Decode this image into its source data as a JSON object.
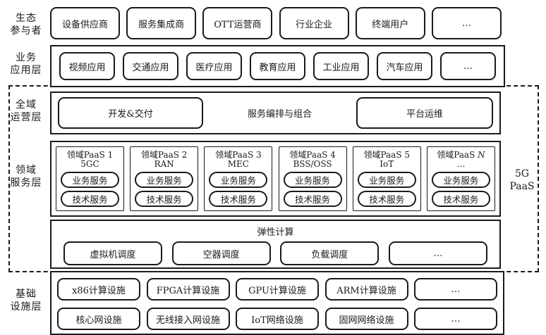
{
  "colors": {
    "line": "#1a1a1a",
    "background": "#ffffff"
  },
  "right_label": {
    "line1": "5G",
    "line2": "PaaS"
  },
  "ecosystem": {
    "label1": "生态",
    "label2": "参与者",
    "items": [
      "设备供应商",
      "服务集成商",
      "OTT运营商",
      "行业企业",
      "终端用户",
      "…"
    ]
  },
  "business_app": {
    "label1": "业务",
    "label2": "应用层",
    "items": [
      "视频应用",
      "交通应用",
      "医疗应用",
      "教育应用",
      "工业应用",
      "汽车应用",
      "…"
    ]
  },
  "global_ops": {
    "label1": "全域",
    "label2": "运营层",
    "left_box": "开发&交付",
    "center_text": "服务编排与组合",
    "right_box": "平台运维"
  },
  "domain_service": {
    "label1": "领域",
    "label2": "服务层",
    "business_service": "业务服务",
    "tech_service": "技术服务",
    "boxes": [
      {
        "title": "领域PaaS 1",
        "title_italic": "",
        "subtitle": "5GC"
      },
      {
        "title": "领域PaaS 2",
        "title_italic": "",
        "subtitle": "RAN"
      },
      {
        "title": "领域PaaS 3",
        "title_italic": "",
        "subtitle": "MEC"
      },
      {
        "title": "领域PaaS 4",
        "title_italic": "",
        "subtitle": "BSS/OSS"
      },
      {
        "title": "领域PaaS 5",
        "title_italic": "",
        "subtitle": "IoT"
      },
      {
        "title": "领域PaaS ",
        "title_italic": "N",
        "subtitle": "…"
      }
    ]
  },
  "elastic_compute": {
    "title": "弹性计算",
    "items": [
      "虚拟机调度",
      "空器调度",
      "负载调度",
      "…"
    ]
  },
  "infrastructure": {
    "label1": "基础",
    "label2": "设施层",
    "row1": [
      "x86计算设施",
      "FPGA计算设施",
      "GPU计算设施",
      "ARM计算设施",
      "…"
    ],
    "row2": [
      "核心网设施",
      "无线接入网设施",
      "IoT网络设施",
      "固网网络设施",
      "…"
    ]
  }
}
